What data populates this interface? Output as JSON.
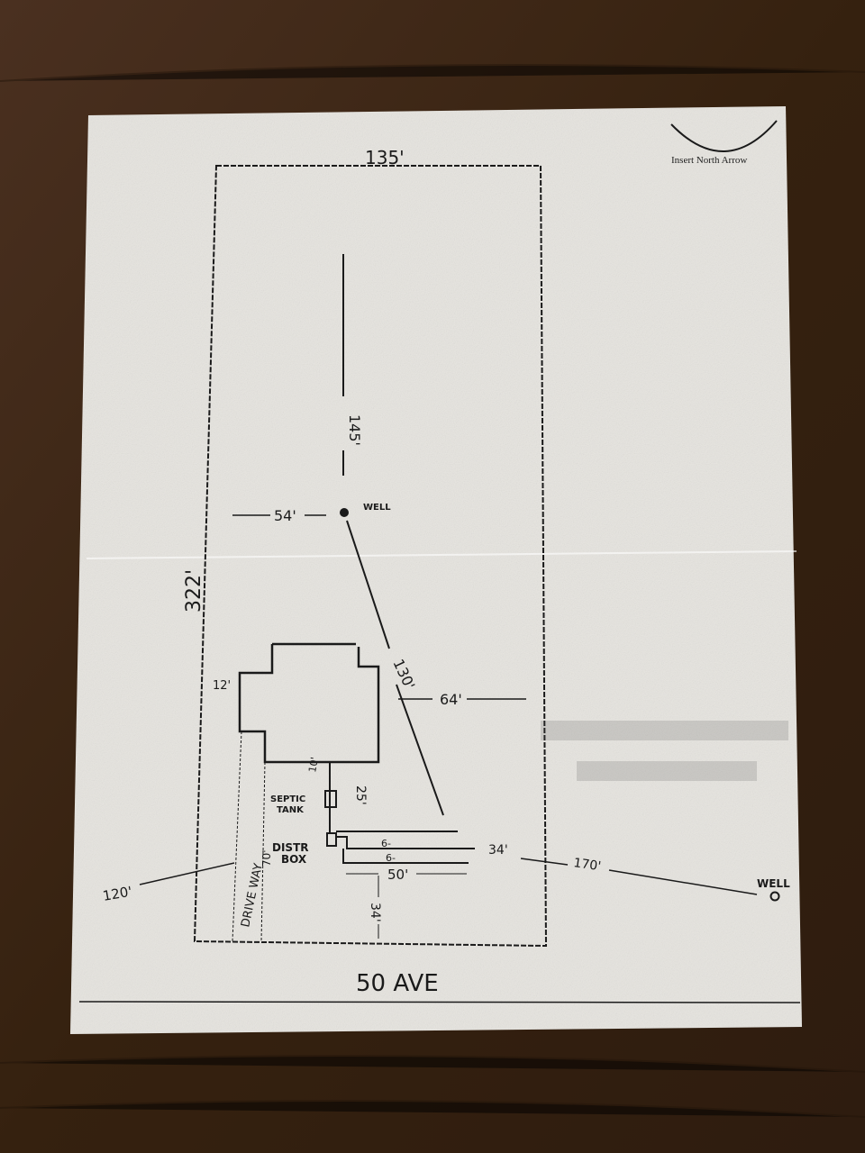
{
  "header": {
    "north_arrow_label": "Insert North Arrow"
  },
  "lot": {
    "width_label": "135'",
    "depth_label": "322'",
    "street": "50 AVE"
  },
  "well": {
    "label": "WELL",
    "to_back_label": "145'",
    "to_side_label": "54'",
    "to_house_label": "130'"
  },
  "house": {
    "to_side_label": "12'",
    "to_right_label": "64'"
  },
  "septic": {
    "tank_label_1": "SEPTIC",
    "tank_label_2": "TANK",
    "house_to_tank_label": "10'",
    "tank_offset_label": "25'",
    "distr_box_label_1": "DISTR",
    "distr_box_label_2": "BOX",
    "line_1_label": "6-",
    "line_2_label": "6-",
    "field_length_label": "50'",
    "field_to_side_label": "34'",
    "field_to_front_label": "34'"
  },
  "neighbor_well": {
    "label": "WELL",
    "distance_label": "170'"
  },
  "driveway": {
    "label": "DRIVE WAY",
    "length_label": "70'",
    "neighbor_label": "120'"
  },
  "colors": {
    "paper": "#e6e4df",
    "wood": "#3a2516",
    "ink": "#1a1a1a"
  }
}
